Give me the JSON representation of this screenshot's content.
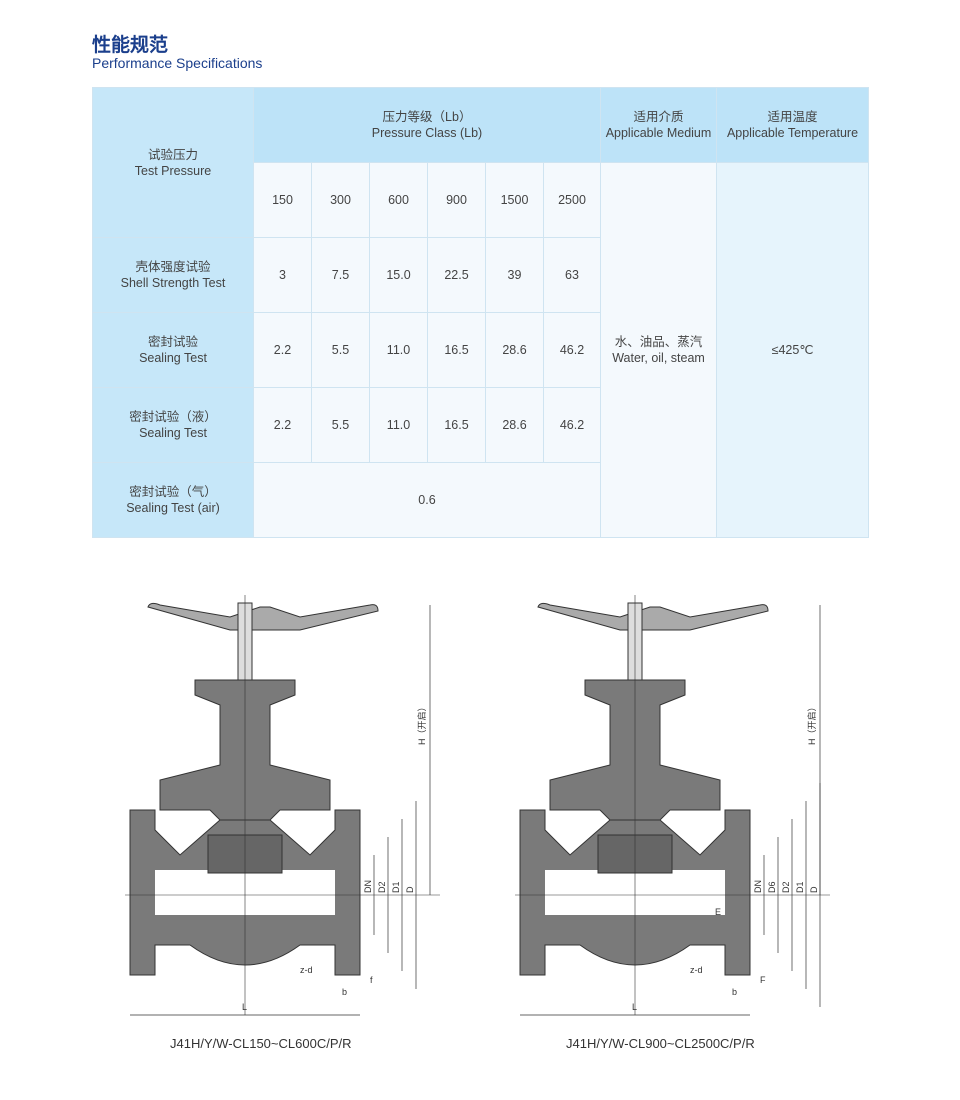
{
  "title_cn": "性能规范",
  "title_en": "Performance Specifications",
  "table": {
    "test_pressure": {
      "cn": "试验压力",
      "en": "Test Pressure"
    },
    "pressure_class": {
      "cn": "压力等级（Lb）",
      "en": "Pressure Class (Lb)"
    },
    "medium_header": {
      "cn": "适用介质",
      "en": "Applicable Medium"
    },
    "temp_header": {
      "cn": "适用温度",
      "en": "Applicable Temperature"
    },
    "classes": [
      "150",
      "300",
      "600",
      "900",
      "1500",
      "2500"
    ],
    "rows": [
      {
        "cn": "壳体强度试验",
        "en": "Shell Strength Test",
        "values": [
          "3",
          "7.5",
          "15.0",
          "22.5",
          "39",
          "63"
        ]
      },
      {
        "cn": "密封试验",
        "en": "Sealing Test",
        "values": [
          "2.2",
          "5.5",
          "11.0",
          "16.5",
          "28.6",
          "46.2"
        ]
      },
      {
        "cn": "密封试验（液）",
        "en": "Sealing Test",
        "values": [
          "2.2",
          "5.5",
          "11.0",
          "16.5",
          "28.6",
          "46.2"
        ]
      },
      {
        "cn": "密封试验（气）",
        "en": "Sealing Test (air)",
        "value": "0.6"
      }
    ],
    "medium": {
      "cn": "水、油品、蒸汽",
      "en": "Water, oil, steam"
    },
    "temperature": "≤425℃"
  },
  "drawings": [
    {
      "caption": "J41H/Y/W-CL150~CL600C/P/R",
      "labels": [
        "H（开启）",
        "DN",
        "D2",
        "D1",
        "D",
        "z-d",
        "f",
        "b",
        "L"
      ]
    },
    {
      "caption": "J41H/Y/W-CL900~CL2500C/P/R",
      "labels": [
        "H（开启）",
        "DN",
        "D6",
        "D2",
        "D1",
        "D",
        "E",
        "F",
        "z-d",
        "F",
        "b",
        "L"
      ]
    }
  ]
}
